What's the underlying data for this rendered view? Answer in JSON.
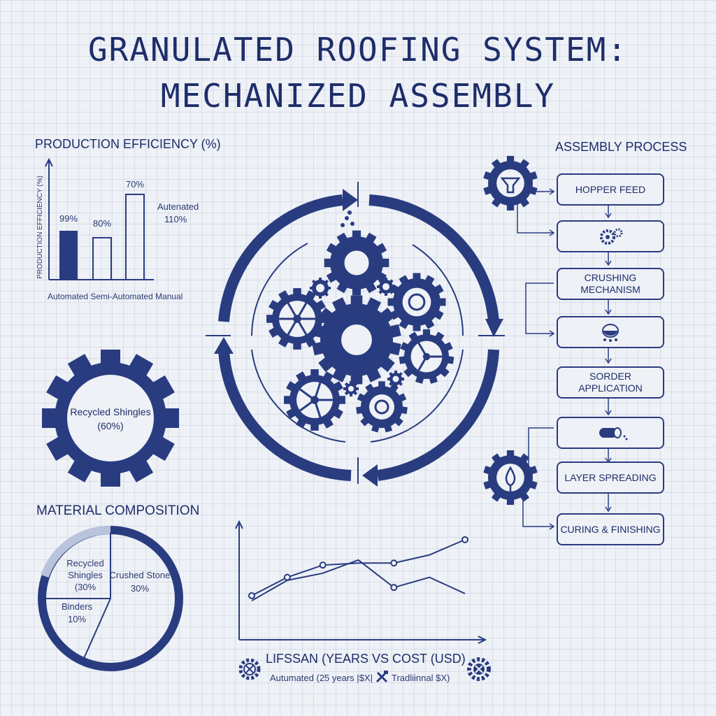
{
  "title": {
    "line1": "GRANULATED ROOFING SYSTEM:",
    "line2": "MECHANIZED ASSEMBLY"
  },
  "efficiency_chart": {
    "heading": "PRODUCTION EFFICIENCY (%)",
    "ylabel": "PRODUCTION EFFICIENCY (%)",
    "bars": [
      {
        "category": "Automated",
        "label": "99%",
        "value": 99
      },
      {
        "category": "Semi-Automated",
        "label": "80%",
        "value": 80
      },
      {
        "category": "Manual",
        "label": "70%",
        "value": 70
      }
    ],
    "annotation_line1": "Autenated",
    "annotation_line2": "110%",
    "categories_text": "Automated  Semi-Automated  Manual"
  },
  "recycled_gear": {
    "line1": "Recycled Shingles",
    "line2": "(60%)"
  },
  "material_composition": {
    "heading": "MATERIAL COMPOSITION",
    "slices": [
      {
        "line1": "Recycled",
        "line2": "Shingles",
        "line3": "(30%",
        "value": 30
      },
      {
        "line1": "Crushed Stone",
        "line2": "30%",
        "value": 30
      },
      {
        "line1": "Binders",
        "line2": "10%",
        "value": 10
      }
    ]
  },
  "assembly_process": {
    "heading": "ASSEMBLY PROCESS",
    "steps": [
      {
        "line1": "HOPPER FEED",
        "line2": ""
      },
      {
        "line1": "",
        "line2": ""
      },
      {
        "line1": "CRUSHING",
        "line2": "MECHANISM"
      },
      {
        "line1": "",
        "line2": ""
      },
      {
        "line1": "SORDER APPLICATION",
        "line2": ""
      },
      {
        "line1": "",
        "line2": ""
      },
      {
        "line1": "LAYER SPREADING",
        "line2": ""
      },
      {
        "line1": "CURING & FINISHING",
        "line2": ""
      }
    ]
  },
  "lifespan_chart": {
    "title": "LIFSSAN (YEARS VS COST (USD)",
    "legend_automated": "Autumated (25 years |$X|",
    "legend_traditional": "Tradliinnal $X)",
    "series": [
      {
        "name": "Automated",
        "points": [
          [
            1,
            40
          ],
          [
            2,
            58
          ],
          [
            3,
            70
          ],
          [
            4,
            72
          ],
          [
            5,
            72
          ],
          [
            6,
            80
          ],
          [
            7,
            95
          ]
        ]
      },
      {
        "name": "Traditional",
        "points": [
          [
            1,
            35
          ],
          [
            2,
            55
          ],
          [
            3,
            62
          ],
          [
            4,
            75
          ],
          [
            5,
            48
          ],
          [
            6,
            58
          ],
          [
            7,
            42
          ]
        ]
      }
    ]
  },
  "colors": {
    "navy": "#2a3c80",
    "accent_light": "#b8c3dc",
    "background": "#eef1f6"
  }
}
